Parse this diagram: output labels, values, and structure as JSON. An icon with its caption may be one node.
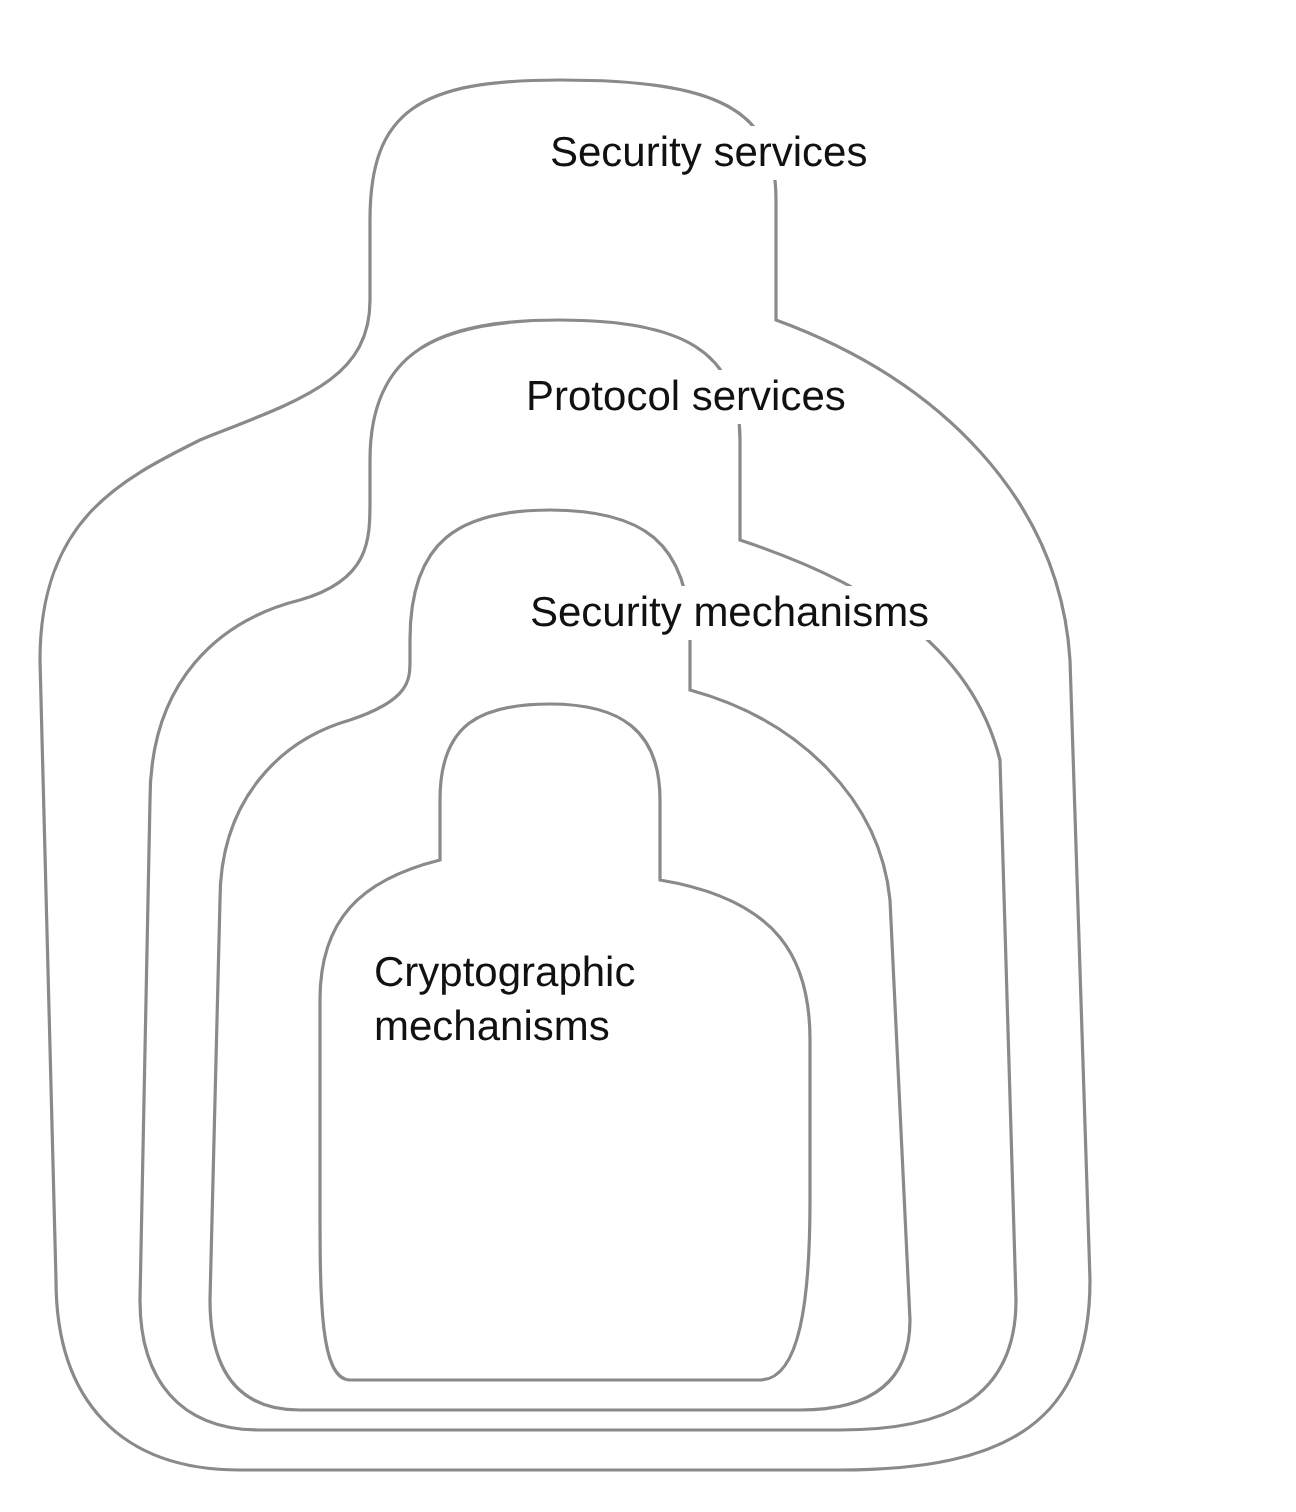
{
  "diagram": {
    "nodes": [
      {
        "text": [
          "Security services"
        ]
      },
      {
        "text": [
          "Protocol services"
        ],
        "in": 0
      },
      {
        "text": [
          "Security mechanisms"
        ],
        "in": 1
      },
      {
        "text": [
          "Cryptographic mechanisms"
        ],
        "in": 2
      }
    ]
  }
}
